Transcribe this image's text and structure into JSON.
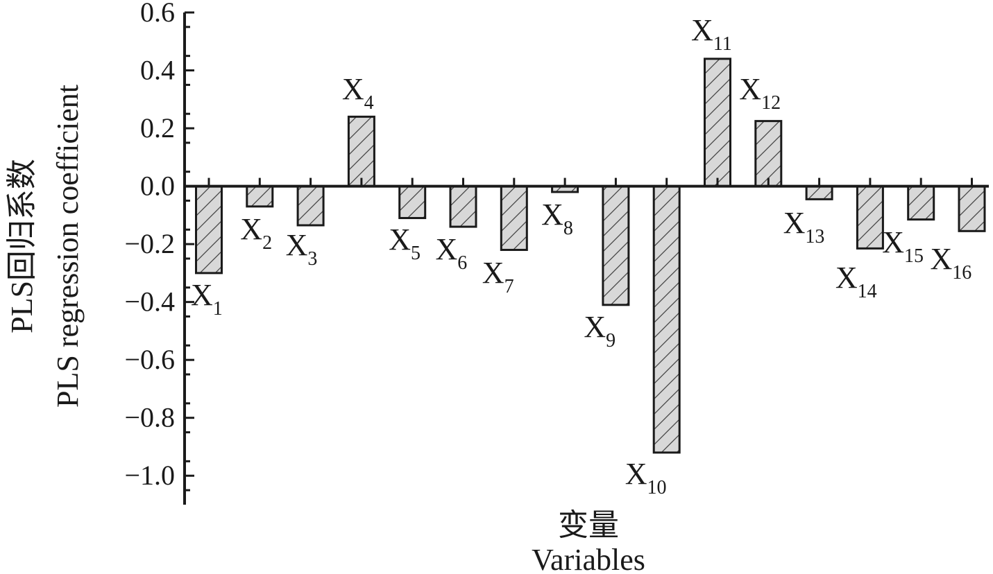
{
  "chart_data": {
    "type": "bar",
    "categories": [
      "X1",
      "X2",
      "X3",
      "X4",
      "X5",
      "X6",
      "X7",
      "X8",
      "X9",
      "X10",
      "X11",
      "X12",
      "X13",
      "X14",
      "X15",
      "X16"
    ],
    "bar_labels": [
      {
        "base": "X",
        "sub": "1"
      },
      {
        "base": "X",
        "sub": "2"
      },
      {
        "base": "X",
        "sub": "3"
      },
      {
        "base": "X",
        "sub": "4"
      },
      {
        "base": "X",
        "sub": "5"
      },
      {
        "base": "X",
        "sub": "6"
      },
      {
        "base": "X",
        "sub": "7"
      },
      {
        "base": "X",
        "sub": "8"
      },
      {
        "base": "X",
        "sub": "9"
      },
      {
        "base": "X",
        "sub": "10"
      },
      {
        "base": "X",
        "sub": "11"
      },
      {
        "base": "X",
        "sub": "12"
      },
      {
        "base": "X",
        "sub": "13"
      },
      {
        "base": "X",
        "sub": "14"
      },
      {
        "base": "X",
        "sub": "15"
      },
      {
        "base": "X",
        "sub": "16"
      }
    ],
    "values": [
      -0.3,
      -0.07,
      -0.135,
      0.24,
      -0.11,
      -0.14,
      -0.22,
      -0.02,
      -0.41,
      -0.92,
      0.44,
      0.225,
      -0.045,
      -0.215,
      -0.115,
      -0.155
    ],
    "ylim": [
      -1.1,
      0.6
    ],
    "yticks": [
      0.6,
      0.4,
      0.2,
      0.0,
      -0.2,
      -0.4,
      -0.6,
      -0.8,
      -1.0
    ],
    "ytick_labels": [
      "0.6",
      "0.4",
      "0.2",
      "0.0",
      "−0.2",
      "−0.4",
      "−0.6",
      "−0.8",
      "−1.0"
    ],
    "ylabel_cn": "PLS回归系数",
    "ylabel_en": "PLS regression coefficient",
    "xlabel_cn": "变量",
    "xlabel_en": "Variables",
    "grid": false,
    "bar_fill": "#d8d8d8",
    "bar_stroke": "#1a1a1a",
    "bar_pattern": "diagonal-hatch"
  }
}
